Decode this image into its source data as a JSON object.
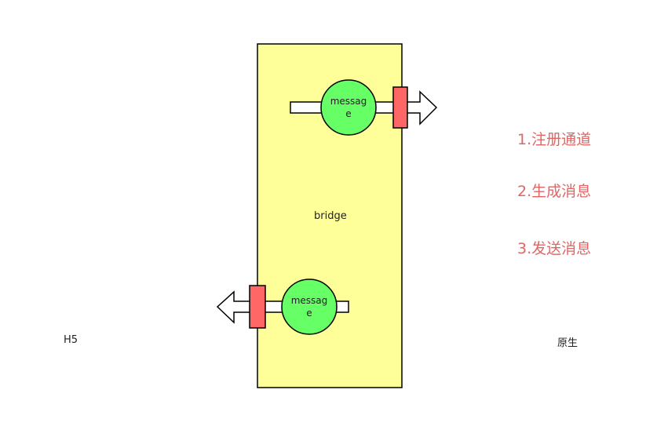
{
  "labels": {
    "h5": "H5",
    "native": "原生",
    "bridge": "bridge"
  },
  "messages": {
    "top": {
      "line1": "messag",
      "line2": "e"
    },
    "bottom": {
      "line1": "messag",
      "line2": "e"
    }
  },
  "steps": [
    "1.注册通道",
    "2.生成消息",
    "3.发送消息"
  ],
  "colors": {
    "bridge_fill": "#ffff99",
    "message_fill": "#66ff66",
    "port_fill": "#ff6666",
    "step_text": "#e06666",
    "stroke": "#000000"
  }
}
